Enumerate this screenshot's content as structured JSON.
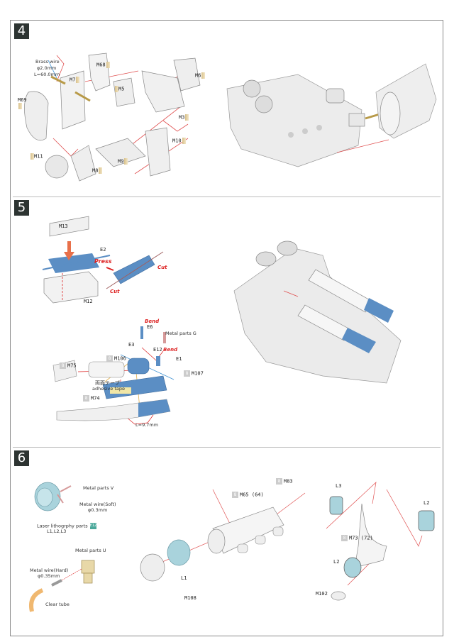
{
  "document": {
    "type": "Model kit assembly instructions"
  },
  "steps": [
    {
      "number": "4",
      "labels": {
        "brass_wire_title": "Brass wire",
        "brass_wire_dia": "φ2.0mm",
        "brass_wire_len": "L=60.0mm",
        "m68": "M68",
        "m7": "M7",
        "m5": "M5",
        "m6": "M6",
        "m69": "M69",
        "m3": "M3",
        "m10": "M10",
        "m11": "M11",
        "m9": "M9",
        "m8": "M8"
      }
    },
    {
      "number": "5",
      "labels": {
        "m13": "M13",
        "e2": "E2",
        "press": "Press",
        "cut_top": "Cut",
        "cut_bottom": "Cut",
        "m12": "M12",
        "bend_top": "Bend",
        "e6": "E6",
        "metal_parts_g": "Metal parts G",
        "e3": "E3",
        "e12": "E12",
        "bend_right": "Bend",
        "e1": "E1",
        "m75": "M75",
        "m106": "M106",
        "m107": "M107",
        "tape_jp": "両面テープ",
        "tape_en": "adhesive tape",
        "m74": "M74",
        "length": "L=9.7mm",
        "badge": "8"
      }
    },
    {
      "number": "6",
      "labels": {
        "metal_parts_v": "Metal parts V",
        "metal_wire_soft": "Metal wire(Soft)",
        "metal_wire_soft_dia": "φ0.3mm",
        "laser_parts": "Laser lithogrphy parts",
        "laser_parts_list": "L1,L2,L3",
        "teal_badge": "E12",
        "metal_parts_u": "Metal parts U",
        "metal_wire_hard": "Metal wire(Hard)",
        "metal_wire_hard_dia": "φ0.35mm",
        "clear_tube": "Clear tube",
        "m108": "M108",
        "l1": "L1",
        "m65": "M65 (64)",
        "m83": "M83",
        "l3": "L3",
        "l2_top": "L2",
        "m73": "M73 (72)",
        "l2_bottom": "L2",
        "m102": "M102",
        "badge": "8"
      }
    }
  ],
  "colors": {
    "step_box": "#2d3432",
    "callout_red": "#dd2222",
    "part_blue": "#5b8ec4",
    "brass": "#b89a48",
    "laser_teal": "#a9d3dc",
    "leader_blue": "#3a8fd1"
  }
}
